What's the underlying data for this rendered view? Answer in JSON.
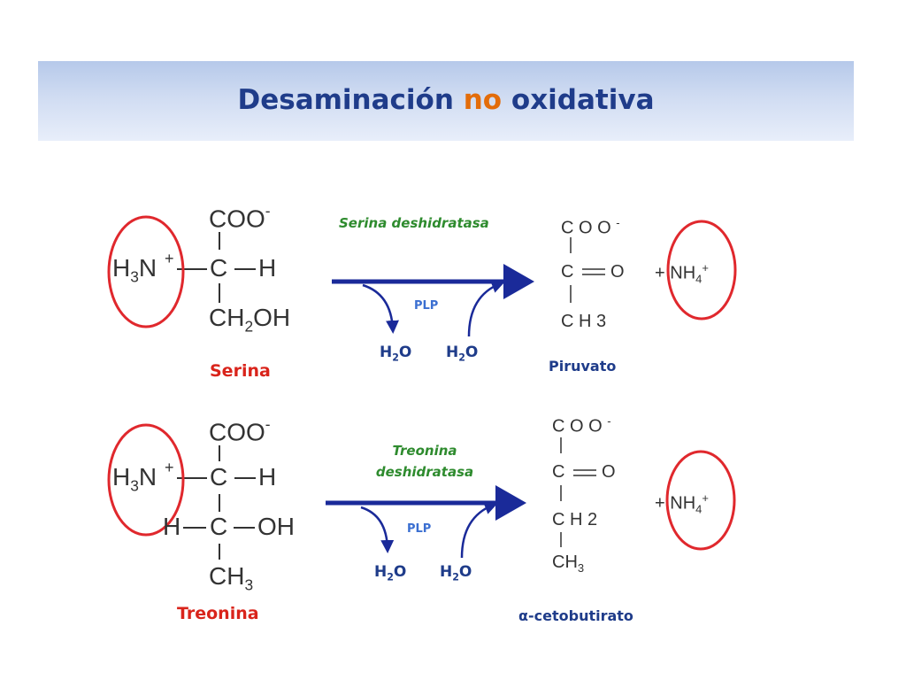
{
  "title": {
    "part1": "Desaminación",
    "part2": "no",
    "part3": "oxidativa"
  },
  "reaction1": {
    "substrate": {
      "top": "COO",
      "top_charge": "-",
      "left_h": "H",
      "left_n": "N",
      "left_sub": "3",
      "charge": "+",
      "center": "C",
      "right": "H",
      "bottom": "CH",
      "bottom_sub": "2",
      "bottom_tail": "OH",
      "name": "Serina"
    },
    "enzyme": "Serina deshidratasa",
    "cofactor": "PLP",
    "water_in": {
      "h": "H",
      "sub": "2",
      "o": "O"
    },
    "water_out": {
      "h": "H",
      "sub": "2",
      "o": "O"
    },
    "product": {
      "l1": "C O O",
      "l1_charge": "-",
      "l2a": "C",
      "l2b": "O",
      "l3a": "C H",
      "l3b": "3",
      "name": "Piruvato"
    },
    "byproduct": {
      "plus": "+",
      "main": "NH",
      "sub": "4",
      "sup": "+"
    }
  },
  "reaction2": {
    "substrate": {
      "top": "COO",
      "top_charge": "-",
      "left_h": "H",
      "left_n": "N",
      "left_sub": "3",
      "charge": "+",
      "c1": "C",
      "c1_right": "H",
      "c2_left": "H",
      "c2": "C",
      "c2_right": "OH",
      "bottom": "CH",
      "bottom_sub": "3",
      "name": "Treonina"
    },
    "enzyme_line1": "Treonina",
    "enzyme_line2": "deshidratasa",
    "cofactor": "PLP",
    "water_in": {
      "h": "H",
      "sub": "2",
      "o": "O"
    },
    "water_out": {
      "h": "H",
      "sub": "2",
      "o": "O"
    },
    "product": {
      "l1": "C O O",
      "l1_charge": "-",
      "l2a": "C",
      "l2b": "O",
      "l3a": "C H",
      "l3b": "2",
      "l4": "CH",
      "l4_sub": "3",
      "name": "α-cetobutirato"
    },
    "byproduct": {
      "plus": "+",
      "main": "NH",
      "sub": "4",
      "sup": "+"
    }
  },
  "colors": {
    "title": "#1f3c8a",
    "title_highlight": "#e36c0a",
    "circle": "#e0282d",
    "arrow": "#1a2a99",
    "enzyme": "#2e8b2e",
    "name_red": "#d9241b",
    "label_blue": "#1f3c8a"
  }
}
